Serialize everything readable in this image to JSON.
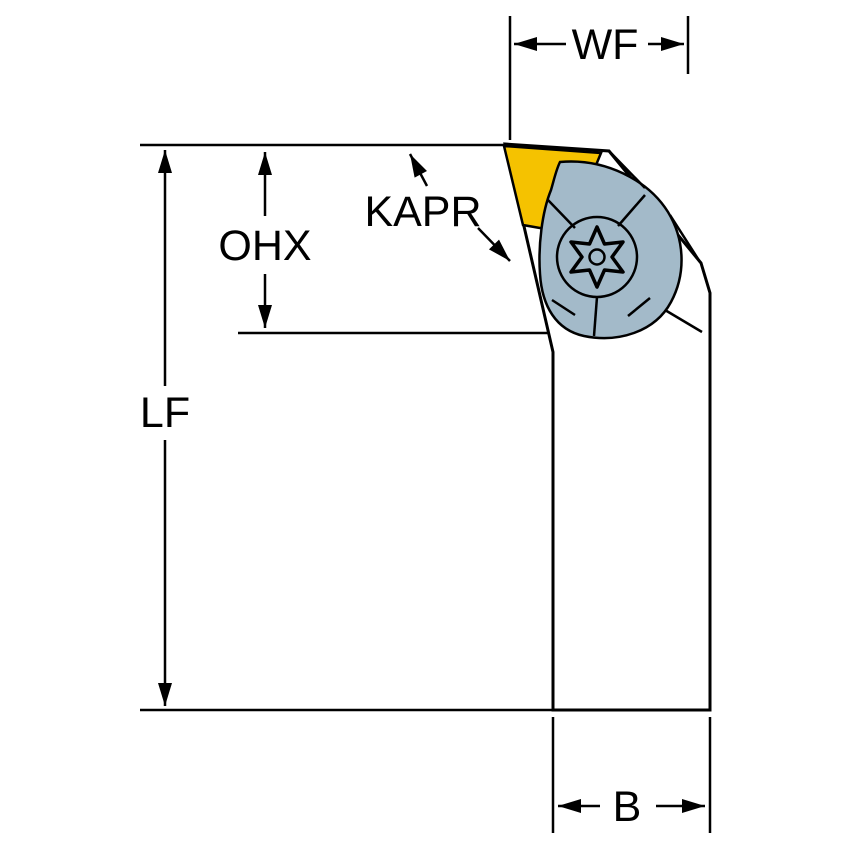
{
  "diagram": {
    "labels": {
      "wf": "WF",
      "ohx": "OHX",
      "lf": "LF",
      "kapr": "KAPR",
      "b": "B"
    },
    "colors": {
      "body": "#a3bac9",
      "insert": "#f5c200",
      "outline": "#000000",
      "background": "#ffffff"
    }
  }
}
